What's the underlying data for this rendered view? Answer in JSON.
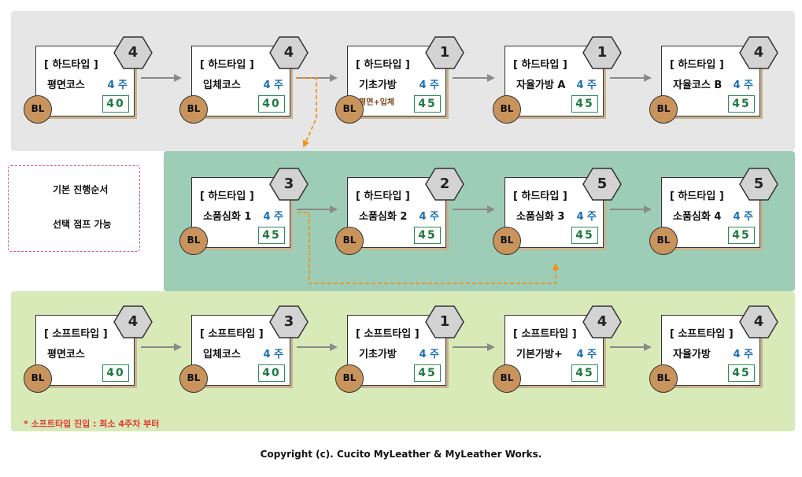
{
  "colors": {
    "hard_band": "#e6e6e6",
    "hard2_band": "#9dcdb6",
    "soft_band": "#d8eab8",
    "basic_arrow": "#8a8a8a",
    "jump_arrow": "#f0921e",
    "weeks": "#1a6fb3",
    "sessions": "#1f7a3f",
    "bl_badge": "#c8945c",
    "note": "#e4362e"
  },
  "rows": [
    {
      "name": "hard-row-1",
      "cards": [
        {
          "title": "[ 하드타입 ]",
          "course": "평면코스",
          "weeks": "4 주",
          "sessions": "40",
          "level": "4",
          "badge": "BL",
          "note": ""
        },
        {
          "title": "[ 하드타입 ]",
          "course": "입체코스",
          "weeks": "4 주",
          "sessions": "40",
          "level": "4",
          "badge": "BL",
          "note": ""
        },
        {
          "title": "[ 하드타입 ]",
          "course": "기초가방",
          "weeks": "4 주",
          "sessions": "45",
          "level": "1",
          "badge": "BL",
          "note": "평면+입체"
        },
        {
          "title": "[ 하드타입 ]",
          "course": "자율가방 A",
          "weeks": "4 주",
          "sessions": "45",
          "level": "1",
          "badge": "BL",
          "note": ""
        },
        {
          "title": "[ 하드타입 ]",
          "course": "자율코스 B",
          "weeks": "4 주",
          "sessions": "45",
          "level": "4",
          "badge": "BL",
          "note": ""
        }
      ]
    },
    {
      "name": "hard-row-2",
      "cards": [
        {
          "title": "[ 하드타입 ]",
          "course": "소품심화 1",
          "weeks": "4 주",
          "sessions": "45",
          "level": "3",
          "badge": "BL",
          "note": ""
        },
        {
          "title": "[ 하드타입 ]",
          "course": "소품심화 2",
          "weeks": "4 주",
          "sessions": "45",
          "level": "2",
          "badge": "BL",
          "note": ""
        },
        {
          "title": "[ 하드타입 ]",
          "course": "소품심화 3",
          "weeks": "4 주",
          "sessions": "45",
          "level": "5",
          "badge": "BL",
          "note": ""
        },
        {
          "title": "[ 하드타입 ]",
          "course": "소품심화 4",
          "weeks": "4 주",
          "sessions": "45",
          "level": "5",
          "badge": "BL",
          "note": ""
        }
      ]
    },
    {
      "name": "soft-row",
      "cards": [
        {
          "title": "[ 소프트타입 ]",
          "course": "평면코스",
          "weeks": "",
          "sessions": "40",
          "level": "4",
          "badge": "BL",
          "note": ""
        },
        {
          "title": "[ 소프트타입 ]",
          "course": "입체코스",
          "weeks": "4 주",
          "sessions": "40",
          "level": "3",
          "badge": "BL",
          "note": ""
        },
        {
          "title": "[ 소프트타입 ]",
          "course": "기초가방",
          "weeks": "4 주",
          "sessions": "45",
          "level": "1",
          "badge": "BL",
          "note": ""
        },
        {
          "title": "[ 소프트타입 ]",
          "course": "기본가방+",
          "weeks": "4 주",
          "sessions": "45",
          "level": "4",
          "badge": "BL",
          "note": ""
        },
        {
          "title": "[ 소프트타입 ]",
          "course": "자율가방",
          "weeks": "4 주",
          "sessions": "45",
          "level": "4",
          "badge": "BL",
          "note": ""
        }
      ]
    }
  ],
  "legend": {
    "basic_label": "기본 진행순서",
    "jump_label": "선택 점프 가능"
  },
  "soft_note": "* 소프트타입 진입 : 최소 4주차 부터",
  "copyright": "Copyright (c). Cucito MyLeather & MyLeather Works."
}
